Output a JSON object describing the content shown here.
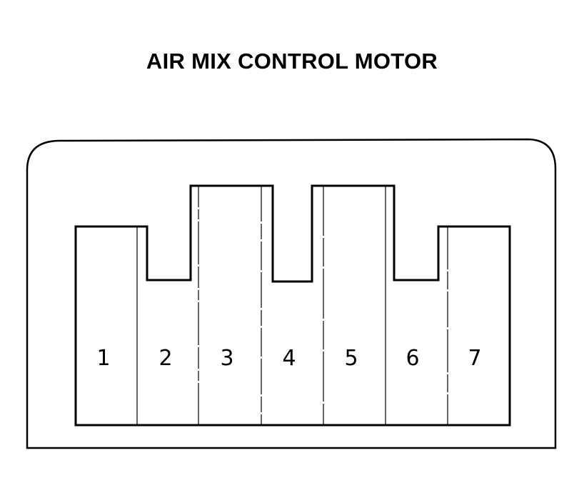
{
  "title": "AIR MIX CONTROL MOTOR",
  "connector": {
    "pins": [
      {
        "label": "1"
      },
      {
        "label": "2"
      },
      {
        "label": "3"
      },
      {
        "label": "4"
      },
      {
        "label": "5"
      },
      {
        "label": "6"
      },
      {
        "label": "7"
      }
    ]
  },
  "colors": {
    "ink": "#000000",
    "paper": "#ffffff"
  }
}
